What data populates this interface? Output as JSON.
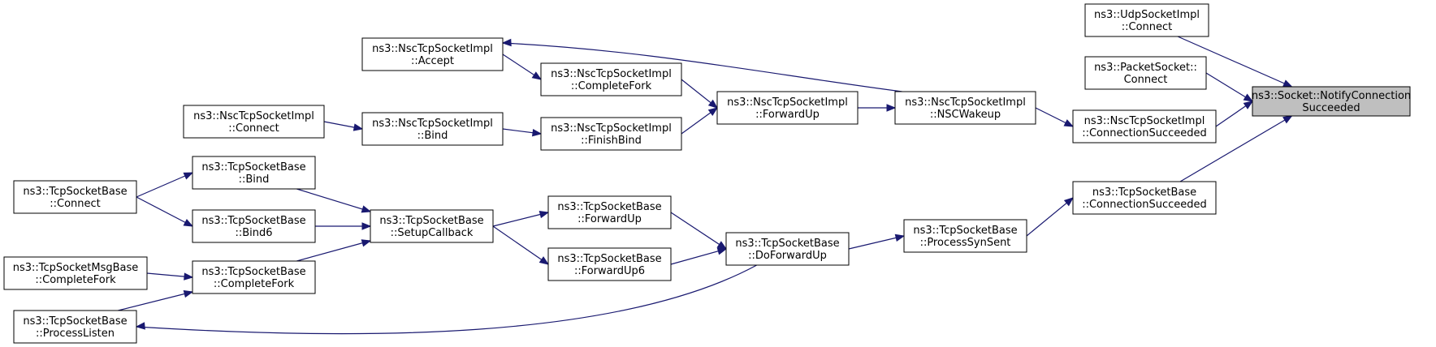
{
  "diagram": {
    "edge_color": "#191970",
    "highlight_fill": "#bfbfbf",
    "nodes": [
      {
        "id": "target",
        "name": "node-socket-notifyconnectionsucceeded",
        "lines": [
          "ns3::Socket::NotifyConnection",
          "Succeeded"
        ],
        "highlight": true
      },
      {
        "id": "udp_connect",
        "name": "node-udpsocketimpl-connect",
        "lines": [
          "ns3::UdpSocketImpl",
          "::Connect"
        ]
      },
      {
        "id": "packet_connect",
        "name": "node-packetsocket-connect",
        "lines": [
          "ns3::PacketSocket::",
          "Connect"
        ]
      },
      {
        "id": "nsc_connsucc",
        "name": "node-nsctcpsocketimpl-connectionsucceeded",
        "lines": [
          "ns3::NscTcpSocketImpl",
          "::ConnectionSucceeded"
        ]
      },
      {
        "id": "tcp_connsucc",
        "name": "node-tcpsocketbase-connectionsucceeded",
        "lines": [
          "ns3::TcpSocketBase",
          "::ConnectionSucceeded"
        ]
      },
      {
        "id": "nsc_wakeup",
        "name": "node-nsctcpsocketimpl-nscwakeup",
        "lines": [
          "ns3::NscTcpSocketImpl",
          "::NSCWakeup"
        ]
      },
      {
        "id": "tcp_synsent",
        "name": "node-tcpsocketbase-processsynsent",
        "lines": [
          "ns3::TcpSocketBase",
          "::ProcessSynSent"
        ]
      },
      {
        "id": "nsc_forwardup",
        "name": "node-nsctcpsocketimpl-forwardup",
        "lines": [
          "ns3::NscTcpSocketImpl",
          "::ForwardUp"
        ]
      },
      {
        "id": "tcp_doforwardup",
        "name": "node-tcpsocketbase-doforwardup",
        "lines": [
          "ns3::TcpSocketBase",
          "::DoForwardUp"
        ]
      },
      {
        "id": "nsc_accept",
        "name": "node-nsctcpsocketimpl-accept",
        "lines": [
          "ns3::NscTcpSocketImpl",
          "::Accept"
        ]
      },
      {
        "id": "nsc_completefork",
        "name": "node-nsctcpsocketimpl-completefork",
        "lines": [
          "ns3::NscTcpSocketImpl",
          "::CompleteFork"
        ]
      },
      {
        "id": "nsc_finishbind",
        "name": "node-nsctcpsocketimpl-finishbind",
        "lines": [
          "ns3::NscTcpSocketImpl",
          "::FinishBind"
        ]
      },
      {
        "id": "nsc_bind",
        "name": "node-nsctcpsocketimpl-bind",
        "lines": [
          "ns3::NscTcpSocketImpl",
          "::Bind"
        ]
      },
      {
        "id": "nsc_connect",
        "name": "node-nsctcpsocketimpl-connect",
        "lines": [
          "ns3::NscTcpSocketImpl",
          "::Connect"
        ]
      },
      {
        "id": "tcp_forwardup",
        "name": "node-tcpsocketbase-forwardup",
        "lines": [
          "ns3::TcpSocketBase",
          "::ForwardUp"
        ]
      },
      {
        "id": "tcp_forwardup6",
        "name": "node-tcpsocketbase-forwardup6",
        "lines": [
          "ns3::TcpSocketBase",
          "::ForwardUp6"
        ]
      },
      {
        "id": "tcp_setupcallback",
        "name": "node-tcpsocketbase-setupcallback",
        "lines": [
          "ns3::TcpSocketBase",
          "::SetupCallback"
        ]
      },
      {
        "id": "tcp_bind",
        "name": "node-tcpsocketbase-bind",
        "lines": [
          "ns3::TcpSocketBase",
          "::Bind"
        ]
      },
      {
        "id": "tcp_bind6",
        "name": "node-tcpsocketbase-bind6",
        "lines": [
          "ns3::TcpSocketBase",
          "::Bind6"
        ]
      },
      {
        "id": "tcp_completefork",
        "name": "node-tcpsocketbase-completefork",
        "lines": [
          "ns3::TcpSocketBase",
          "::CompleteFork"
        ]
      },
      {
        "id": "tcp_connect",
        "name": "node-tcpsocketbase-connect",
        "lines": [
          "ns3::TcpSocketBase",
          "::Connect"
        ]
      },
      {
        "id": "msg_completefork",
        "name": "node-tcpsocketmsgbase-completefork",
        "lines": [
          "ns3::TcpSocketMsgBase",
          "::CompleteFork"
        ]
      },
      {
        "id": "tcp_processlisten",
        "name": "node-tcpsocketbase-processlisten",
        "lines": [
          "ns3::TcpSocketBase",
          "::ProcessListen"
        ]
      }
    ],
    "edges": [
      {
        "from": "udp_connect",
        "to": "target"
      },
      {
        "from": "packet_connect",
        "to": "target"
      },
      {
        "from": "nsc_connsucc",
        "to": "target"
      },
      {
        "from": "tcp_connsucc",
        "to": "target"
      },
      {
        "from": "nsc_wakeup",
        "to": "nsc_connsucc"
      },
      {
        "from": "nsc_wakeup",
        "to": "nsc_accept"
      },
      {
        "from": "nsc_forwardup",
        "to": "nsc_wakeup"
      },
      {
        "from": "nsc_completefork",
        "to": "nsc_forwardup"
      },
      {
        "from": "nsc_finishbind",
        "to": "nsc_forwardup"
      },
      {
        "from": "nsc_accept",
        "to": "nsc_completefork"
      },
      {
        "from": "nsc_bind",
        "to": "nsc_finishbind"
      },
      {
        "from": "nsc_connect",
        "to": "nsc_bind"
      },
      {
        "from": "tcp_synsent",
        "to": "tcp_connsucc"
      },
      {
        "from": "tcp_doforwardup",
        "to": "tcp_synsent"
      },
      {
        "from": "tcp_doforwardup",
        "to": "tcp_processlisten"
      },
      {
        "from": "tcp_forwardup",
        "to": "tcp_doforwardup"
      },
      {
        "from": "tcp_forwardup6",
        "to": "tcp_doforwardup"
      },
      {
        "from": "tcp_setupcallback",
        "to": "tcp_forwardup"
      },
      {
        "from": "tcp_setupcallback",
        "to": "tcp_forwardup6"
      },
      {
        "from": "tcp_bind",
        "to": "tcp_setupcallback"
      },
      {
        "from": "tcp_bind6",
        "to": "tcp_setupcallback"
      },
      {
        "from": "tcp_completefork",
        "to": "tcp_setupcallback"
      },
      {
        "from": "tcp_connect",
        "to": "tcp_bind"
      },
      {
        "from": "tcp_connect",
        "to": "tcp_bind6"
      },
      {
        "from": "msg_completefork",
        "to": "tcp_completefork"
      },
      {
        "from": "tcp_processlisten",
        "to": "tcp_completefork"
      }
    ]
  }
}
